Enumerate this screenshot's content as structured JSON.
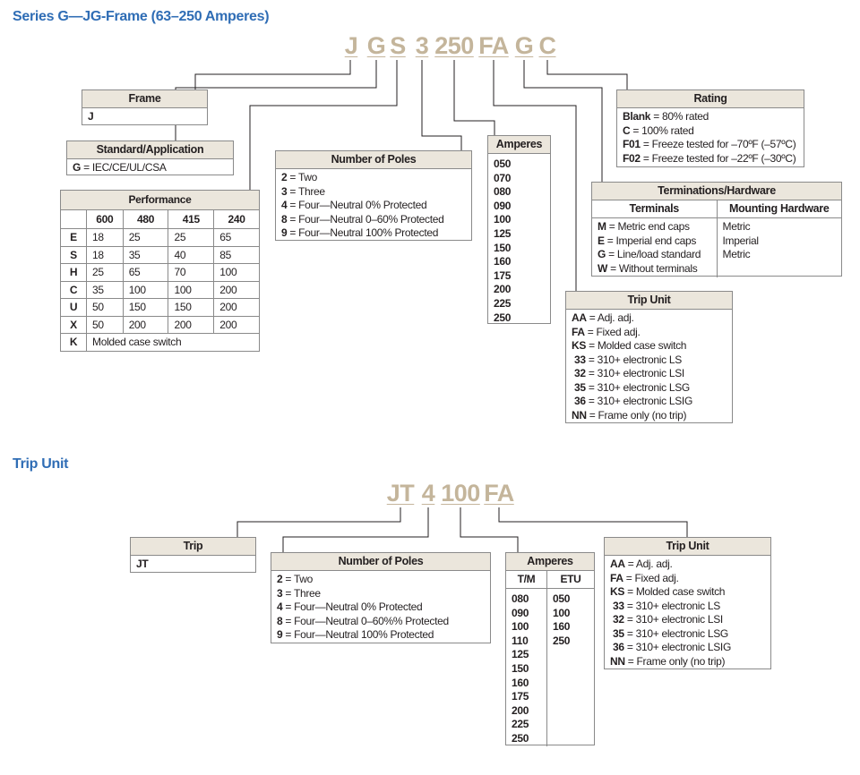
{
  "section1": {
    "title": "Series G—JG-Frame (63–250 Amperes)",
    "code": [
      "J",
      "G",
      "S",
      "3",
      "250",
      "FA",
      "G",
      "C"
    ],
    "frame": {
      "header": "Frame",
      "value": "J"
    },
    "standard": {
      "header": "Standard/Application",
      "items": [
        {
          "code": "G",
          "text": "IEC/CE/UL/CSA"
        }
      ]
    },
    "performance": {
      "header": "Performance",
      "columns": [
        "600",
        "480",
        "415",
        "240"
      ],
      "rows": [
        {
          "code": "E",
          "values": [
            "18",
            "25",
            "25",
            "65"
          ]
        },
        {
          "code": "S",
          "values": [
            "18",
            "35",
            "40",
            "85"
          ]
        },
        {
          "code": "H",
          "values": [
            "25",
            "65",
            "70",
            "100"
          ]
        },
        {
          "code": "C",
          "values": [
            "35",
            "100",
            "100",
            "200"
          ]
        },
        {
          "code": "U",
          "values": [
            "50",
            "150",
            "150",
            "200"
          ]
        },
        {
          "code": "X",
          "values": [
            "50",
            "200",
            "200",
            "200"
          ]
        }
      ],
      "last_row": {
        "code": "K",
        "text": "Molded case switch"
      }
    },
    "poles": {
      "header": "Number of Poles",
      "items": [
        {
          "code": "2",
          "text": "Two"
        },
        {
          "code": "3",
          "text": "Three"
        },
        {
          "code": "4",
          "text": "Four—Neutral 0% Protected"
        },
        {
          "code": "8",
          "text": "Four—Neutral 0–60% Protected"
        },
        {
          "code": "9",
          "text": "Four—Neutral 100% Protected"
        }
      ]
    },
    "amperes": {
      "header": "Amperes",
      "items": [
        "050",
        "070",
        "080",
        "090",
        "100",
        "125",
        "150",
        "160",
        "175",
        "200",
        "225",
        "250"
      ]
    },
    "rating": {
      "header": "Rating",
      "items": [
        {
          "code": "Blank",
          "text": "80% rated"
        },
        {
          "code": "C",
          "text": "100% rated"
        },
        {
          "code": "F01",
          "text": "Freeze tested for –70ºF (–57ºC)"
        },
        {
          "code": "F02",
          "text": "Freeze tested for –22ºF (–30ºC)"
        }
      ]
    },
    "terminations": {
      "header": "Terminations/Hardware",
      "col1": "Terminals",
      "col2": "Mounting Hardware",
      "items": [
        {
          "code": "M",
          "text": "Metric end caps"
        },
        {
          "code": "E",
          "text": "Imperial end caps"
        },
        {
          "code": "G",
          "text": "Line/load standard"
        },
        {
          "code": "W",
          "text": "Without terminals"
        }
      ],
      "hardware": [
        "Metric",
        "Imperial",
        "Metric"
      ]
    },
    "trip_unit": {
      "header": "Trip Unit",
      "items": [
        {
          "code": "AA",
          "text": "Adj. adj."
        },
        {
          "code": "FA",
          "text": "Fixed adj."
        },
        {
          "code": "KS",
          "text": "Molded case switch"
        },
        {
          "code": " 33",
          "text": "310+ electronic LS"
        },
        {
          "code": " 32",
          "text": "310+ electronic LSI"
        },
        {
          "code": " 35",
          "text": "310+ electronic LSG"
        },
        {
          "code": " 36",
          "text": "310+ electronic LSIG"
        },
        {
          "code": "NN",
          "text": "Frame only (no trip)"
        }
      ]
    }
  },
  "section2": {
    "title": "Trip Unit",
    "code": [
      "JT",
      "4",
      "100",
      "FA"
    ],
    "trip": {
      "header": "Trip",
      "value": "JT"
    },
    "poles": {
      "header": "Number of Poles",
      "items": [
        {
          "code": "2",
          "text": "Two"
        },
        {
          "code": "3",
          "text": "Three"
        },
        {
          "code": "4",
          "text": "Four—Neutral 0% Protected"
        },
        {
          "code": "8",
          "text": "Four—Neutral 0–60%% Protected"
        },
        {
          "code": "9",
          "text": "Four—Neutral 100% Protected"
        }
      ]
    },
    "amperes": {
      "header": "Amperes",
      "col1": "T/M",
      "col2": "ETU",
      "tm": [
        "080",
        "090",
        "100",
        "110",
        "125",
        "150",
        "160",
        "175",
        "200",
        "225",
        "250"
      ],
      "etu": [
        "050",
        "100",
        "160",
        "250"
      ]
    },
    "trip_unit": {
      "header": "Trip Unit",
      "items": [
        {
          "code": "AA",
          "text": "Adj. adj."
        },
        {
          "code": "FA",
          "text": "Fixed adj."
        },
        {
          "code": "KS",
          "text": "Molded case switch"
        },
        {
          "code": " 33",
          "text": "310+ electronic LS"
        },
        {
          "code": " 32",
          "text": "310+ electronic LSI"
        },
        {
          "code": " 35",
          "text": "310+ electronic LSG"
        },
        {
          "code": " 36",
          "text": "310+ electronic LSIG"
        },
        {
          "code": "NN",
          "text": "Frame only (no trip)"
        }
      ]
    }
  }
}
